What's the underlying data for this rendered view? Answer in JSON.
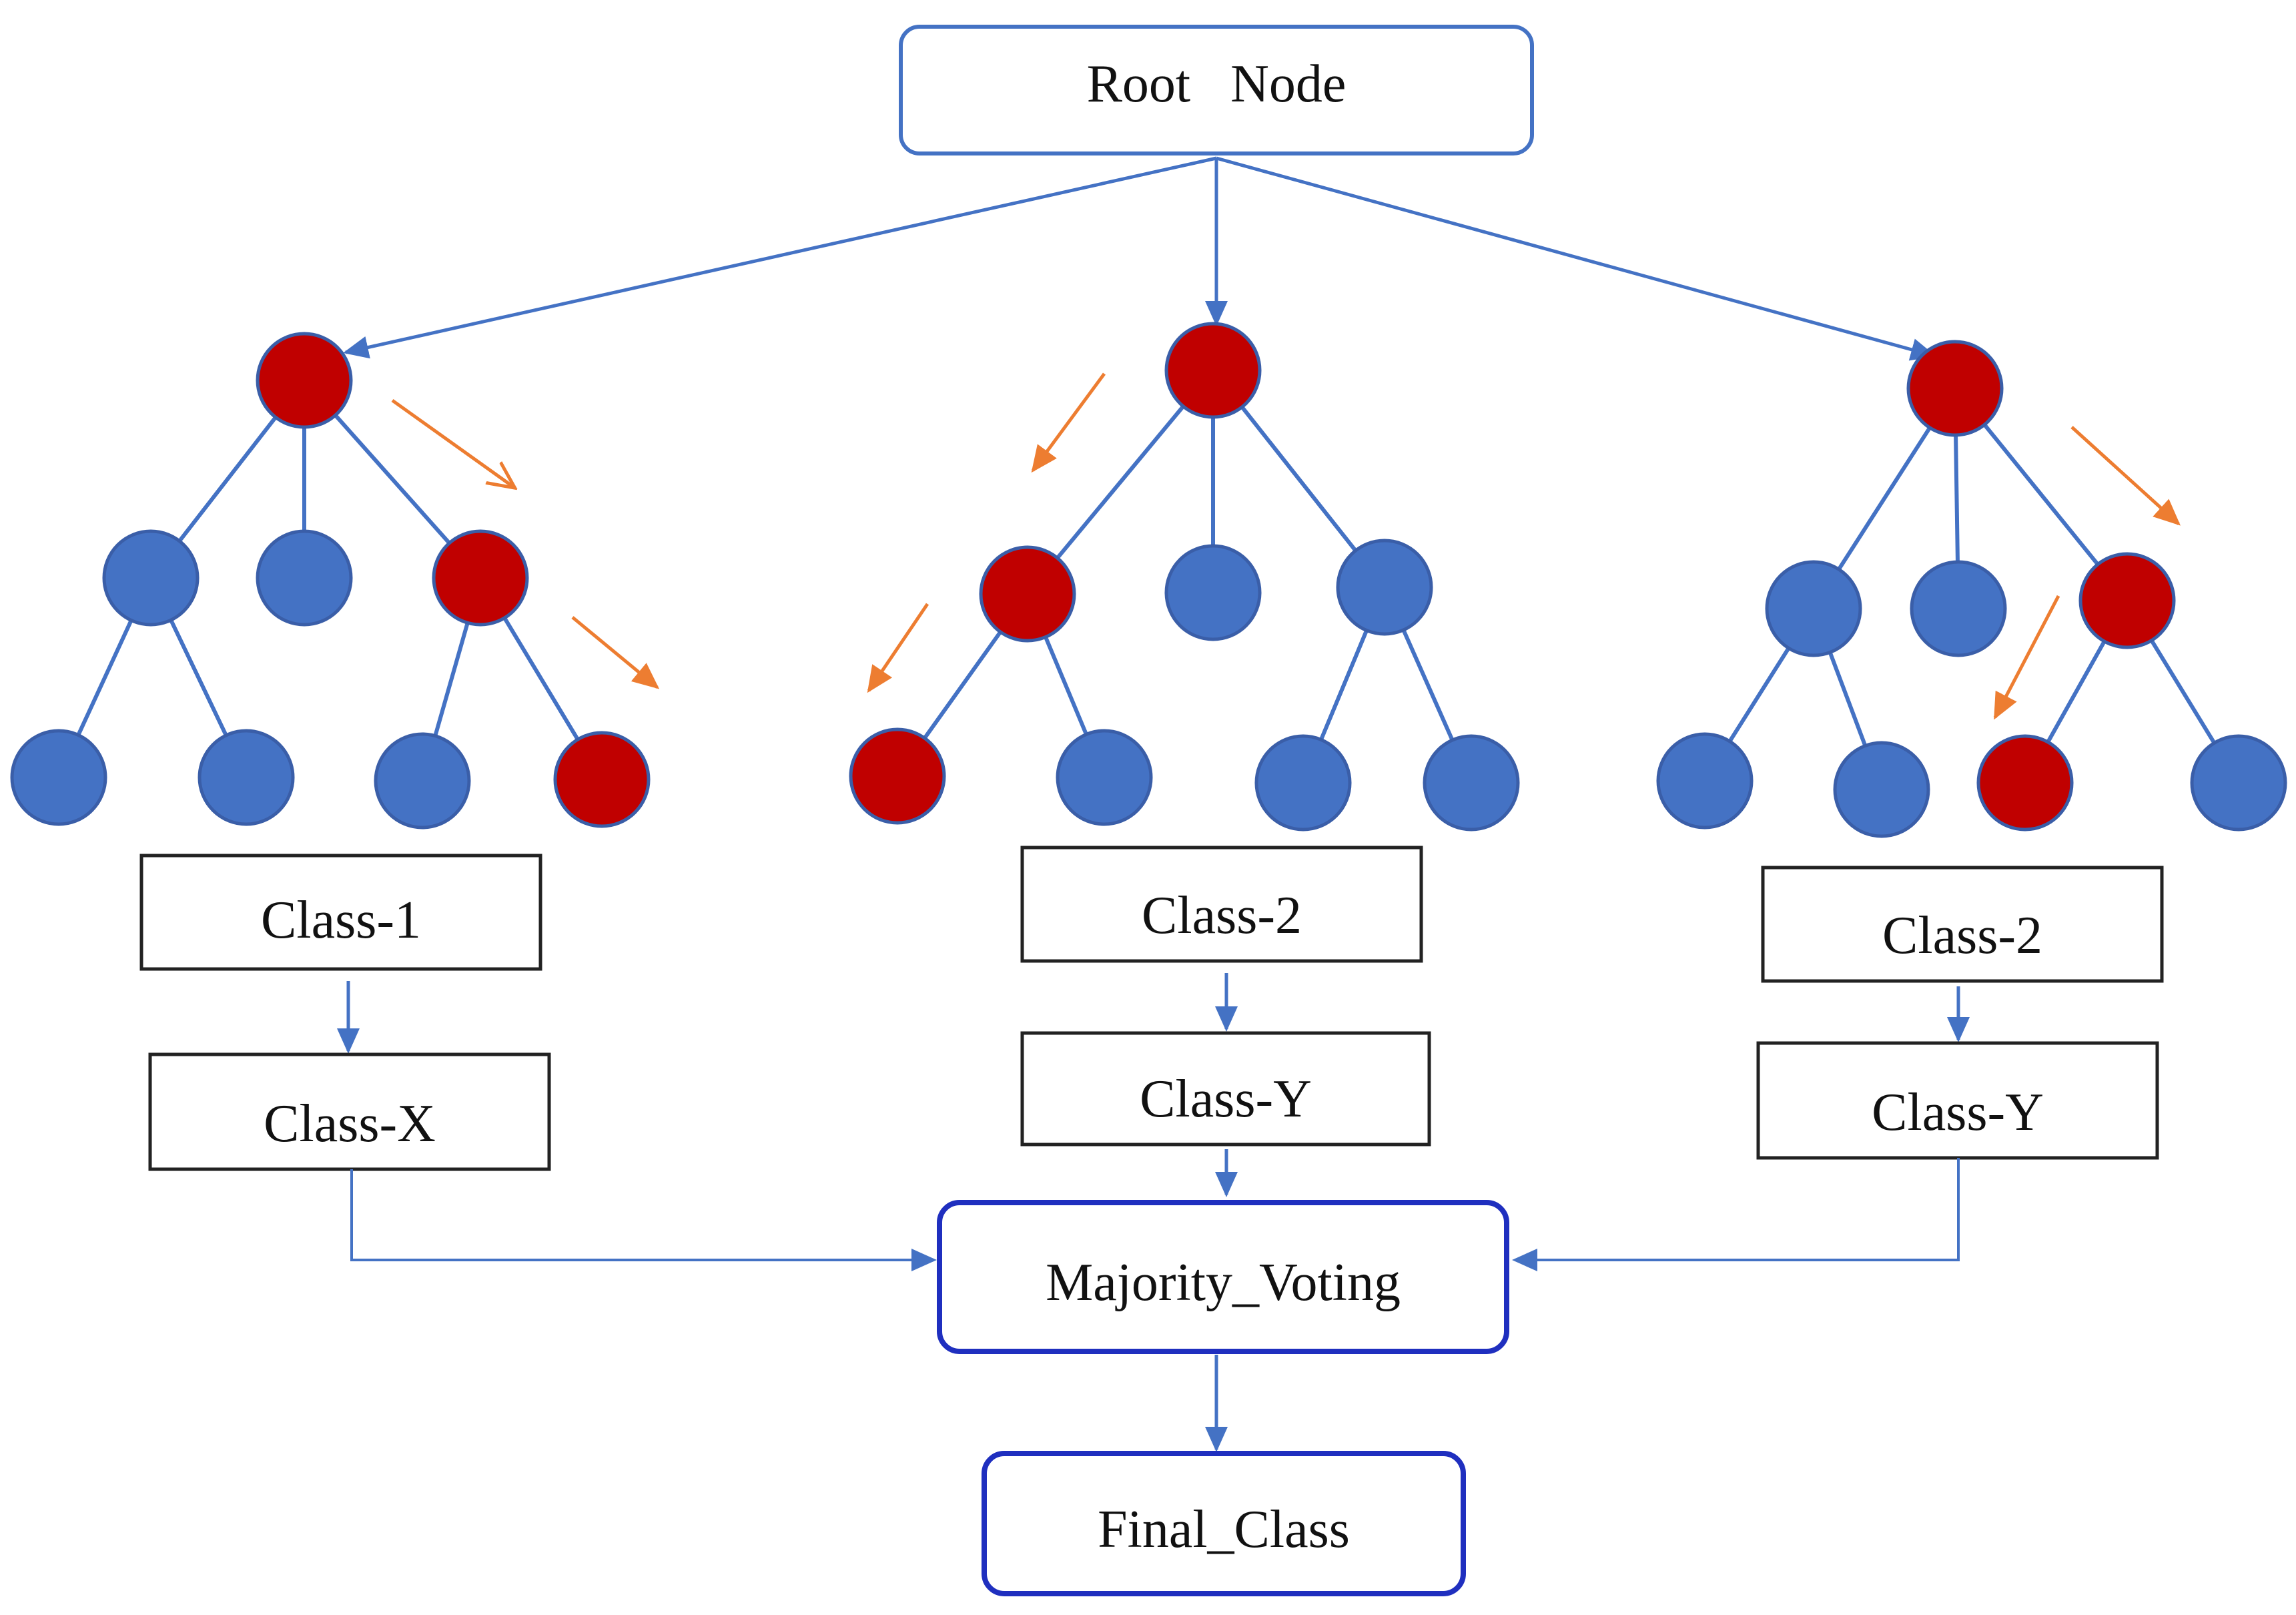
{
  "root": {
    "label": "Root   Node"
  },
  "trees": [
    {
      "class_label": "Class-1",
      "mapped_label": "Class-X"
    },
    {
      "class_label": "Class-2",
      "mapped_label": "Class-Y"
    },
    {
      "class_label": "Class-2",
      "mapped_label": "Class-Y"
    }
  ],
  "voting": {
    "label": "Majority_Voting"
  },
  "final": {
    "label": "Final_Class"
  },
  "colors": {
    "active_node": "#c00000",
    "inactive_node": "#4472c4",
    "edge": "#4472c4",
    "path_arrow": "#ed7d31",
    "box_border": "#222222",
    "root_border": "#4472c4",
    "emphasis_border": "#1f2fbf"
  }
}
